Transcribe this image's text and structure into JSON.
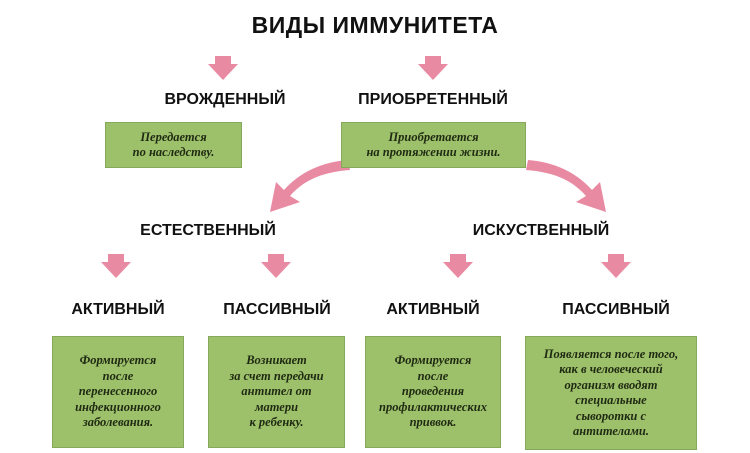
{
  "title": "ВИДЫ ИММУНИТЕТА",
  "innate": {
    "label": "ВРОЖДЕННЫЙ",
    "description": "Передается\nпо наследству."
  },
  "acquired": {
    "label": "ПРИОБРЕТЕННЫЙ",
    "description": "Приобретается\nна протяжении жизни.",
    "natural": {
      "label": "ЕСТЕСТВЕННЫЙ",
      "active": {
        "label": "АКТИВНЫЙ",
        "description": "Формируется\nпосле\nперенесенного\nинфекционного\nзаболевания."
      },
      "passive": {
        "label": "ПАССИВНЫЙ",
        "description": "Возникает\nза счет передачи\nантител от\nматери\nк ребенку."
      }
    },
    "artificial": {
      "label": "ИСКУСТВЕННЫЙ",
      "active": {
        "label": "АКТИВНЫЙ",
        "description": "Формируется\nпосле\nпроведения\nпрофилактических\nприввок."
      },
      "passive": {
        "label": "ПАССИВНЫЙ",
        "description": "Появляется после того,\nкак в человеческий\nорганизм вводят\nспециальные\nсыворотки с\nантителами."
      }
    }
  },
  "colors": {
    "arrow": "#e98aa3",
    "box_fill": "#9dc06b",
    "text": "#111111"
  }
}
